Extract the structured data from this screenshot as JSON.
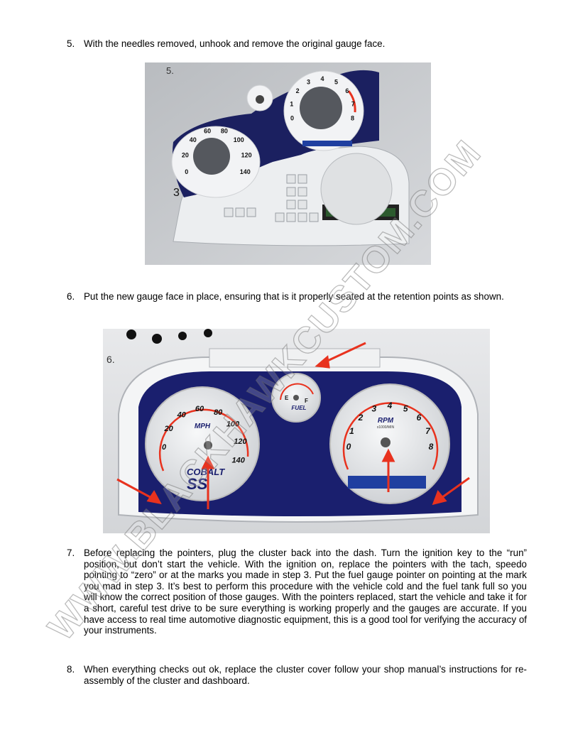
{
  "steps": [
    {
      "number": "5.",
      "text": "With the needles removed, unhook and remove the original gauge face."
    },
    {
      "number": "6.",
      "text": "Put the new gauge face in place, ensuring that is it properly seated at the retention points as shown."
    },
    {
      "number": "7.",
      "text": "Before replacing the pointers, plug the cluster back into the dash. Turn the ignition key to the “run” position, but don’t start the vehicle. With the ignition on, replace the pointers with the tach, speedo pointing to “zero” or at the marks you made in step 3. Put the fuel gauge pointer on pointing at the mark you mad in step 3. It’s best to perform this procedure with the vehicle cold and the fuel tank full so you will know the correct position of those gauges. With the pointers replaced, start the vehicle and take it for a short, careful test drive to be sure everything is working properly and the gauges are accurate. If you have access to real time automotive diagnostic equipment, this is a good tool for verifying the accuracy of your instruments."
    },
    {
      "number": "8.",
      "text": "When everything checks out ok, replace the cluster cover follow your shop manual’s instructions for re-assembly of the cluster and dashboard."
    }
  ],
  "photo1": {
    "step_label": "5.",
    "speedo_labels": [
      "0",
      "20",
      "40",
      "60",
      "80",
      "100",
      "120",
      "140"
    ],
    "tach_labels": [
      "0",
      "1",
      "2",
      "3",
      "4",
      "5",
      "6",
      "7",
      "8"
    ],
    "photo_number": "3"
  },
  "photo2": {
    "step_label": "6.",
    "speedo_labels": [
      "0",
      "20",
      "40",
      "60",
      "80",
      "100",
      "120",
      "140"
    ],
    "speedo_unit": "MPH",
    "tach_labels": [
      "0",
      "1",
      "2",
      "3",
      "4",
      "5",
      "6",
      "7",
      "8"
    ],
    "tach_unit": "RPM",
    "tach_sub": "x1000/MIN",
    "fuel_label": "FUEL",
    "fuel_marks": [
      "E",
      "F"
    ],
    "brand": "COBALT",
    "model": "SS"
  },
  "watermark": "WWW.BLACKHAWKCUSTOM.COM",
  "colors": {
    "accent_red": "#e8321e",
    "gauge_blue": "#1a1f6e"
  }
}
